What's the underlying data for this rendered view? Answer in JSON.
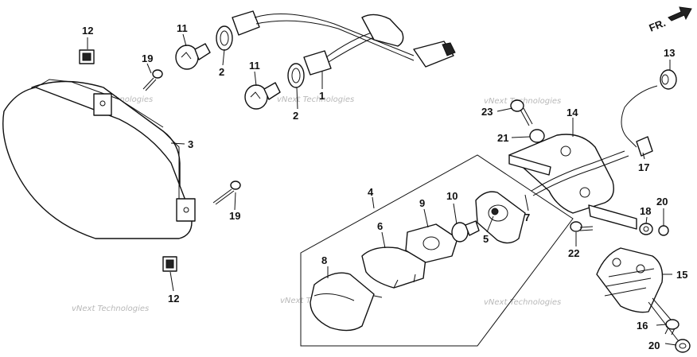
{
  "direction_arrow": {
    "label": "FR.",
    "icon": "arrow-icon"
  },
  "watermark": {
    "text": "vNext Technologies"
  },
  "callouts": [
    {
      "id": "callout-1",
      "text": "1"
    },
    {
      "id": "callout-2a",
      "text": "2"
    },
    {
      "id": "callout-2b",
      "text": "2"
    },
    {
      "id": "callout-3",
      "text": "3"
    },
    {
      "id": "callout-4",
      "text": "4"
    },
    {
      "id": "callout-5",
      "text": "5"
    },
    {
      "id": "callout-6",
      "text": "6"
    },
    {
      "id": "callout-7",
      "text": "7"
    },
    {
      "id": "callout-8",
      "text": "8"
    },
    {
      "id": "callout-9",
      "text": "9"
    },
    {
      "id": "callout-10",
      "text": "10"
    },
    {
      "id": "callout-11a",
      "text": "11"
    },
    {
      "id": "callout-11b",
      "text": "11"
    },
    {
      "id": "callout-12a",
      "text": "12"
    },
    {
      "id": "callout-12b",
      "text": "12"
    },
    {
      "id": "callout-13",
      "text": "13"
    },
    {
      "id": "callout-14",
      "text": "14"
    },
    {
      "id": "callout-15",
      "text": "15"
    },
    {
      "id": "callout-16",
      "text": "16"
    },
    {
      "id": "callout-17",
      "text": "17"
    },
    {
      "id": "callout-18",
      "text": "18"
    },
    {
      "id": "callout-19a",
      "text": "19"
    },
    {
      "id": "callout-19b",
      "text": "19"
    },
    {
      "id": "callout-20a",
      "text": "20"
    },
    {
      "id": "callout-20b",
      "text": "20"
    },
    {
      "id": "callout-21",
      "text": "21"
    },
    {
      "id": "callout-22",
      "text": "22"
    },
    {
      "id": "callout-23",
      "text": "23"
    }
  ]
}
